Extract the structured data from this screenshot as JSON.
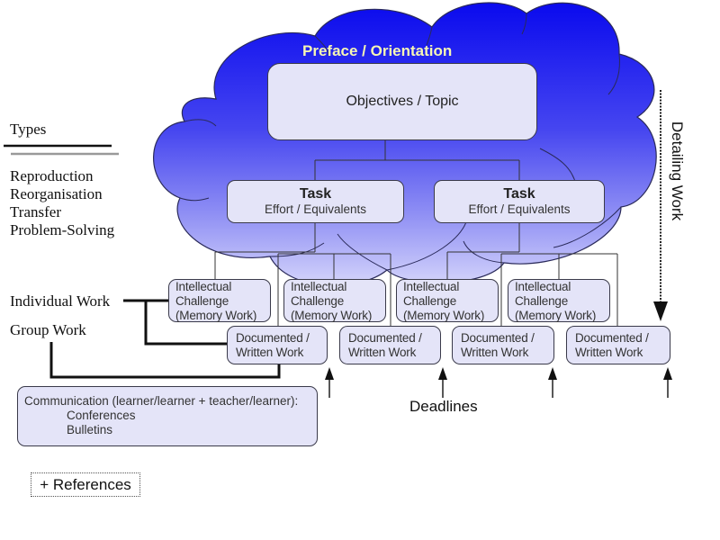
{
  "colors": {
    "cloud_top": "#1010ee",
    "cloud_bottom": "#c8c8fa",
    "box_fill": "#e4e4f8",
    "box_border": "#3a3a4a",
    "preface_text": "#f6f6b4",
    "connector": "#222222"
  },
  "cloud": {
    "title": "Preface / Orientation"
  },
  "objectives": {
    "label": "Objectives / Topic"
  },
  "tasks": [
    {
      "title": "Task",
      "subtitle": "Effort / Equivalents"
    },
    {
      "title": "Task",
      "subtitle": "Effort / Equivalents"
    }
  ],
  "intellectual_challenges": [
    {
      "lines": [
        "Intellectual",
        "Challenge",
        "(Memory Work)"
      ]
    },
    {
      "lines": [
        "Intellectual",
        "Challenge",
        "(Memory Work)"
      ]
    },
    {
      "lines": [
        "Intellectual",
        "Challenge",
        "(Memory Work)"
      ]
    },
    {
      "lines": [
        "Intellectual",
        "Challenge",
        "(Memory Work)"
      ]
    }
  ],
  "documented_work": [
    {
      "lines": [
        "Documented /",
        "Written Work"
      ]
    },
    {
      "lines": [
        "Documented /",
        "Written Work"
      ]
    },
    {
      "lines": [
        "Documented /",
        "Written Work"
      ]
    },
    {
      "lines": [
        "Documented /",
        "Written Work"
      ]
    }
  ],
  "types": {
    "heading": "Types",
    "items": [
      "Reproduction",
      "Reorganisation",
      "Transfer",
      "Problem-Solving"
    ]
  },
  "work_modes": {
    "individual": "Individual Work",
    "group": "Group Work"
  },
  "communication": {
    "heading": "Communication (learner/learner + teacher/learner):",
    "items": [
      "Conferences",
      "Bulletins"
    ]
  },
  "references": {
    "label": "+ References"
  },
  "deadlines": {
    "label": "Deadlines"
  },
  "detailing_work": {
    "label": "Detailing Work"
  }
}
